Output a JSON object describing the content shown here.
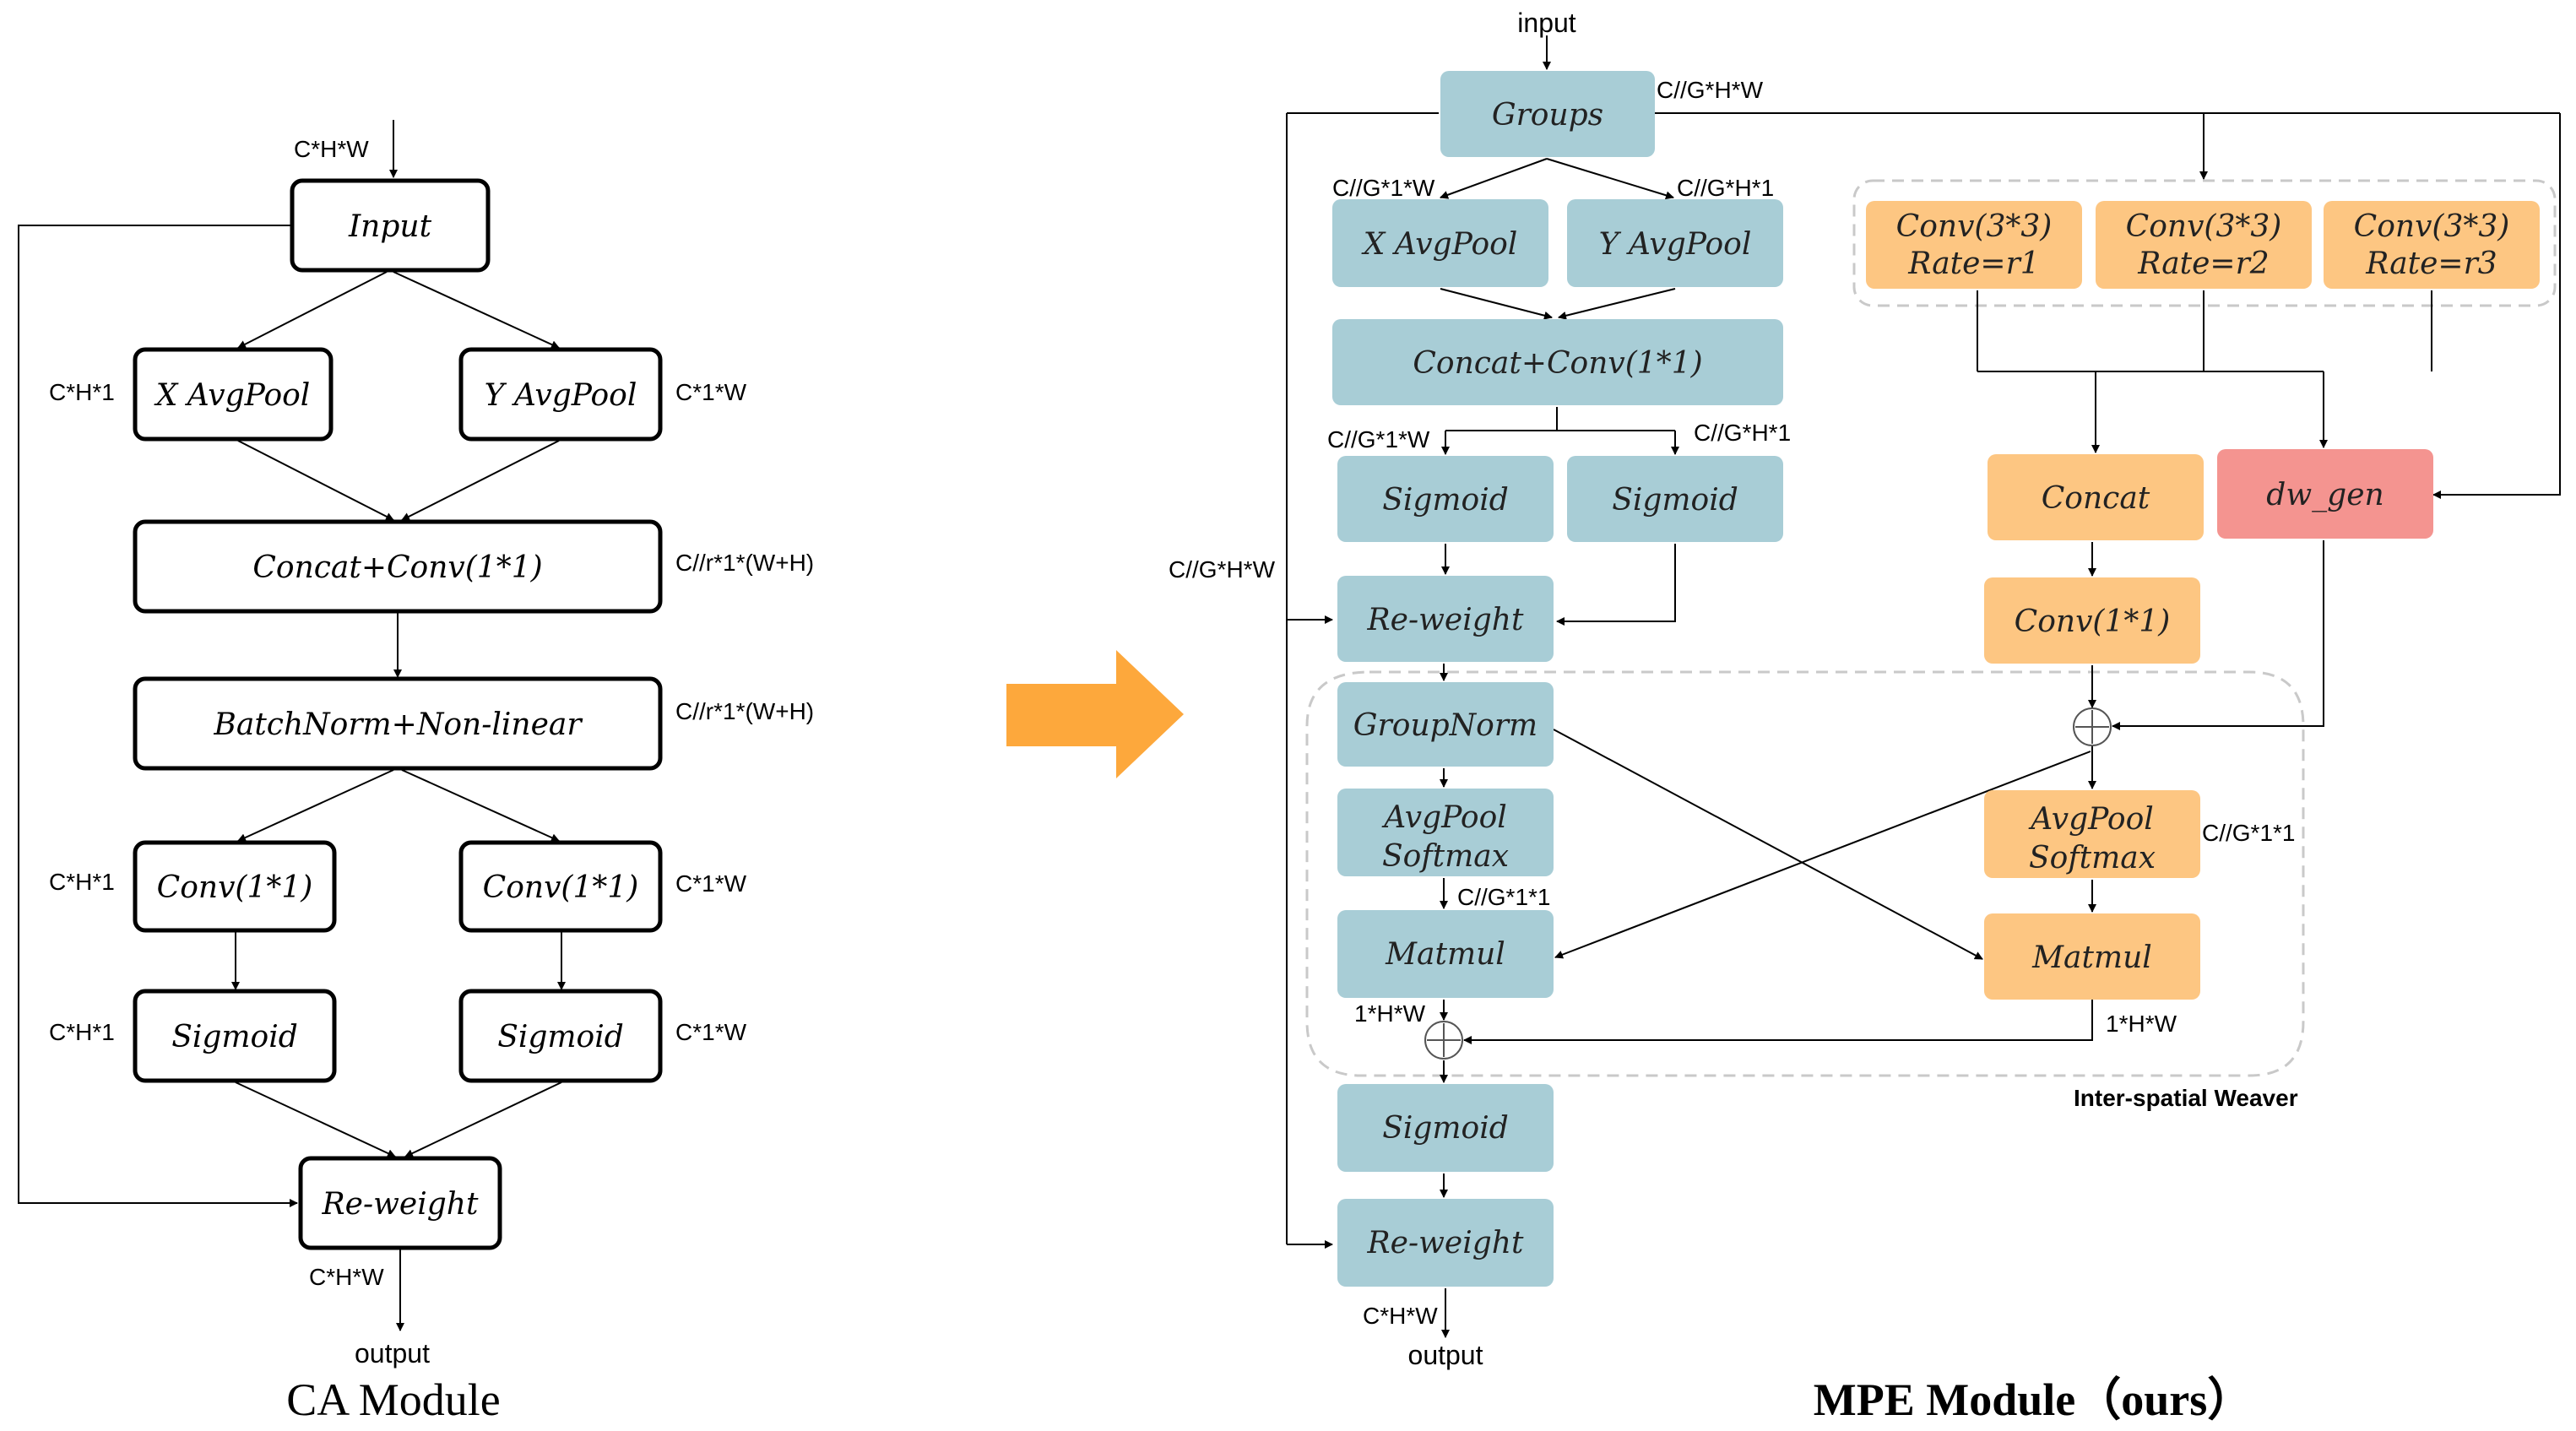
{
  "colors": {
    "blue_box": "#a8cdd6",
    "orange_box": "#fdc682",
    "red_box": "#f49490",
    "arrow_fill": "#fda83c",
    "dashed": "#c9c9c9"
  },
  "ca": {
    "input": "Input",
    "x_avgpool": "X AvgPool",
    "y_avgpool": "Y AvgPool",
    "concat_conv": "Concat+Conv(1*1)",
    "bn": "BatchNorm+Non-linear",
    "conv_left": "Conv(1*1)",
    "conv_right": "Conv(1*1)",
    "sig_left": "Sigmoid",
    "sig_right": "Sigmoid",
    "reweight": "Re-weight",
    "dim_in": "C*H*W",
    "dim_h1_a": "C*H*1",
    "dim_w1_a": "C*1*W",
    "dim_cat": "C//r*1*(W+H)",
    "dim_bn": "C//r*1*(W+H)",
    "dim_h1_b": "C*H*1",
    "dim_w1_b": "C*1*W",
    "dim_h1_c": "C*H*1",
    "dim_w1_c": "C*1*W",
    "dim_out": "C*H*W",
    "output": "output",
    "title": "CA Module"
  },
  "mpe": {
    "input": "input",
    "groups": "Groups",
    "dim_groups": "C//G*H*W",
    "dim_gx": "C//G*1*W",
    "dim_gy": "C//G*H*1",
    "x_avgpool": "X AvgPool",
    "y_avgpool": "Y AvgPool",
    "concat_conv": "Concat+Conv(1*1)",
    "dim_sx": "C//G*1*W",
    "dim_sy": "C//G*H*1",
    "sig_left": "Sigmoid",
    "sig_right": "Sigmoid",
    "dim_side": "C//G*H*W",
    "reweight1": "Re-weight",
    "conv_r1_l1": "Conv(3*3)",
    "conv_r1_l2": "Rate=r1",
    "conv_r2_l1": "Conv(3*3)",
    "conv_r2_l2": "Rate=r2",
    "conv_r3_l1": "Conv(3*3)",
    "conv_r3_l2": "Rate=r3",
    "concat": "Concat",
    "dw_gen": "dw_gen",
    "conv11": "Conv(1*1)",
    "groupnorm": "GroupNorm",
    "avgsm_l_1": "AvgPool",
    "avgsm_l_2": "Softmax",
    "dim_avl": "C//G*1*1",
    "matmul_l": "Matmul",
    "avgsm_r_1": "AvgPool",
    "avgsm_r_2": "Softmax",
    "dim_avr": "C//G*1*1",
    "matmul_r": "Matmul",
    "dim_ml": "1*H*W",
    "dim_mr": "1*H*W",
    "weaver": "Inter-spatial Weaver",
    "sigmoid2": "Sigmoid",
    "reweight2": "Re-weight",
    "dim_out": "C*H*W",
    "output": "output",
    "title": "MPE Module（ours）"
  }
}
